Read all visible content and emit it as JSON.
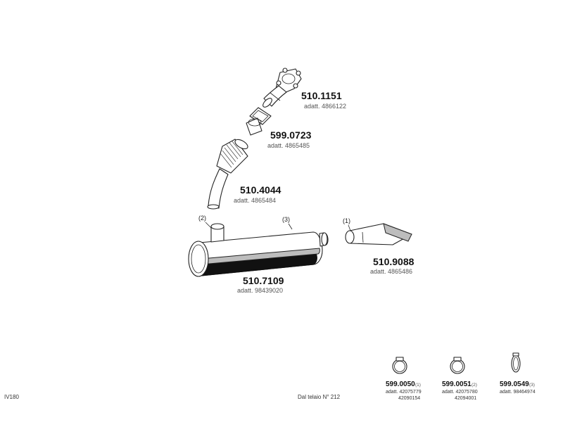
{
  "parts": [
    {
      "code": "510.1151",
      "adatt": "adatt. 4866122"
    },
    {
      "code": "599.0723",
      "adatt": "adatt. 4865485"
    },
    {
      "code": "510.4044",
      "adatt": "adatt. 4865484"
    },
    {
      "code": "510.7109",
      "adatt": "adatt. 98439020"
    },
    {
      "code": "510.9088",
      "adatt": "adatt. 4865486"
    }
  ],
  "callouts": [
    "(1)",
    "(2)",
    "(3)"
  ],
  "clamps": [
    {
      "code": "599.0050",
      "ref": "(1)",
      "notes": [
        "adatt. 42075779",
        "42090154"
      ]
    },
    {
      "code": "599.0051",
      "ref": "(2)",
      "notes": [
        "adatt. 42075780",
        "42094001"
      ]
    },
    {
      "code": "599.0549",
      "ref": "(3)",
      "notes": [
        "adatt. 98464974"
      ]
    }
  ],
  "footer": {
    "left": "IV180",
    "center": "Dal telaio N° 212"
  }
}
